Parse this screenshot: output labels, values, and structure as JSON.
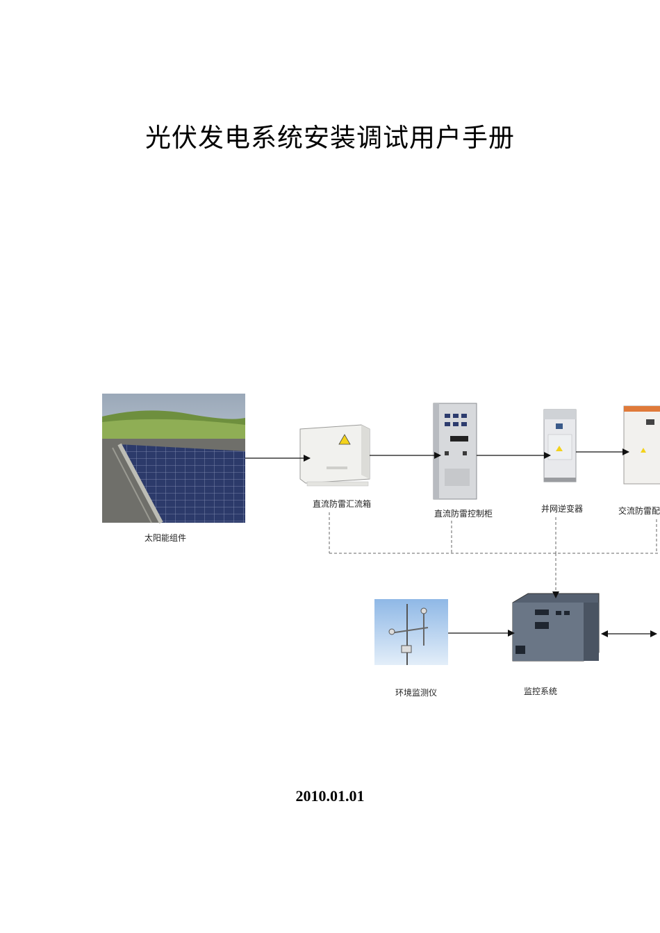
{
  "document": {
    "title": "光伏发电系统安装调试用户手册",
    "date": "2010.01.01"
  },
  "diagram": {
    "labels": {
      "solar_modules": "太阳能组件",
      "dc_combiner_box": "直流防雷汇流箱",
      "dc_control_cabinet": "直流防雷控制柜",
      "grid_inverter": "并网逆变器",
      "ac_distribution_cabinet": "交流防雷配",
      "environment_monitor": "环境监测仪",
      "monitoring_system": "监控系统"
    },
    "colors": {
      "arrow": "#111111",
      "dashed_link": "#666666",
      "sky": "#cfe0f2"
    }
  }
}
